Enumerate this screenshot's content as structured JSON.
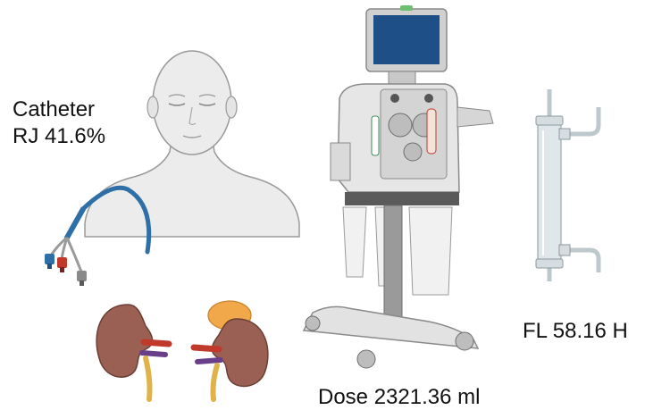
{
  "labels": {
    "catheter_title": "Catheter",
    "catheter_value": "RJ 41.6%",
    "filter": "FL 58.16 H",
    "dose": "Dose 2321.36 ml"
  },
  "icons": [
    "patient-bust-icon",
    "catheter-icon",
    "kidneys-icon",
    "dialysis-machine-icon",
    "hemofilter-icon"
  ],
  "colors": {
    "skin": "#ececec",
    "outline": "#8a8a8a",
    "catheter_blue": "#2f6fa8",
    "kidney": "#9a6054",
    "adrenal": "#f0a84a",
    "machine_body": "#e6e6e6",
    "screen": "#1e4f86",
    "filter_tube": "#dfe7ea"
  }
}
